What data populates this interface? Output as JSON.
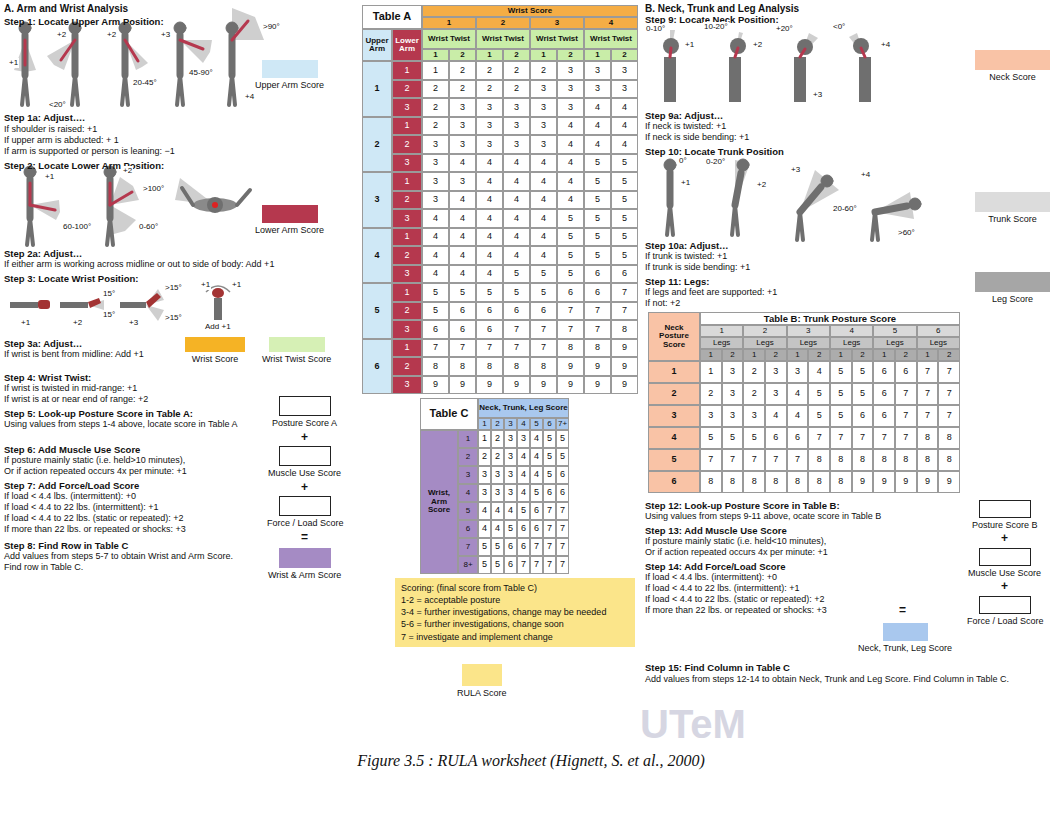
{
  "diagram": {
    "caption": "Figure 3.5 : RULA worksheet (Hignett, S. et al., 2000)",
    "nodes": [
      {
        "text": [
          "Upper Arm Score"
        ]
      },
      {
        "text": [
          "Lower Arm Score"
        ]
      },
      {
        "text": [
          "Wrist Score"
        ]
      },
      {
        "text": [
          "Wrist Twist Score"
        ]
      },
      {
        "text": [
          "Posture Score A"
        ]
      },
      {
        "text": [
          "Muscle Use Score"
        ]
      },
      {
        "text": [
          "Force / Load Score"
        ]
      },
      {
        "text": [
          "Wrist & Arm Score"
        ]
      },
      {
        "text": [
          "Scoring: (final score from Table C)",
          "1-2 = acceptable posture",
          "3-4 = further investigations, change may be needed",
          "5-6 = further investigations, change soon",
          "7 = investigate and implement change"
        ]
      },
      {
        "text": [
          "RULA Score"
        ]
      },
      {
        "text": [
          "Neck Score"
        ]
      },
      {
        "text": [
          "Trunk Score"
        ]
      },
      {
        "text": [
          "Leg Score"
        ]
      },
      {
        "text": [
          "Posture Score B"
        ]
      },
      {
        "text": [
          "Muscle Use Score"
        ]
      },
      {
        "text": [
          "Force / Load Score"
        ]
      },
      {
        "text": [
          "Neck, Trunk, Leg Score"
        ]
      }
    ],
    "labels": [
      "A. Arm and Wrist Analysis",
      "Step 1: Locate Upper Arm Position:",
      "+1",
      "+2",
      "+2",
      "+3",
      "+4",
      "<20°",
      "20-45°",
      "45-90°",
      ">90°",
      "Step 1a: Adjust….",
      "If shoulder is raised: +1",
      "If upper arm is abducted: + 1",
      "If arm is supported or person is leaning: −1",
      "Step 2: Locate Lower Arm Position:",
      "+1",
      "60-100°",
      "+2",
      ">100°",
      "0-60°",
      "Step 2a: Adjust…",
      "If either arm is working across midline or out to side of body: Add +1",
      "Step 3: Locate Wrist Position:",
      "+1",
      "+1",
      "15°",
      "15°",
      ">15°",
      ">15°",
      "+1",
      "+2",
      "+3",
      "Add +1",
      "Step 3a: Adjust…",
      "If wrist is bent from midline: Add +1",
      "Step 4: Wrist Twist:",
      "If wrist is twisted in mid-range: +1",
      "If wrist is at or near end of range: +2",
      "Step 5: Look-up Posture Score in Table A:",
      "Using values from steps 1-4 above, locate score in Table A",
      "Step 6: Add Muscle Use Score",
      "If posture mainly static (i.e. held>10 minutes),",
      "Or if action repeated occurs 4x per minute: +1",
      "Step 7: Add Force/Load Score",
      "If load < 4.4 lbs. (intermittent): +0",
      "If load < 4.4 to 22 lbs. (intermittent): +1",
      "If load < 4.4 to 22 lbs. (static or repeated): +2",
      "If more than 22 lbs. or repeated or shocks: +3",
      "Step 8: Find Row in Table C",
      "Add values from steps 5-7 to obtain Wrist and Arm Score. Find row in Table C.",
      "+",
      "+",
      "=",
      "Table A",
      "Wrist Score",
      "1",
      "2",
      "3",
      "4",
      "Upper Arm",
      "Lower Arm",
      "Wrist Twist",
      "Wrist Twist",
      "Wrist Twist",
      "Wrist Twist",
      "1",
      "2",
      "1",
      "2",
      "1",
      "2",
      "1",
      "2",
      "1",
      "1",
      "1",
      "2",
      "2",
      "2",
      "2",
      "3",
      "3",
      "3",
      "2",
      "2",
      "2",
      "2",
      "2",
      "3",
      "3",
      "3",
      "3",
      "3",
      "2",
      "3",
      "3",
      "3",
      "3",
      "3",
      "4",
      "4",
      "2",
      "1",
      "2",
      "3",
      "3",
      "3",
      "3",
      "4",
      "4",
      "4",
      "2",
      "3",
      "3",
      "3",
      "3",
      "3",
      "4",
      "4",
      "4",
      "3",
      "3",
      "4",
      "4",
      "4",
      "4",
      "4",
      "5",
      "5",
      "3",
      "1",
      "3",
      "3",
      "4",
      "4",
      "4",
      "4",
      "5",
      "5",
      "2",
      "3",
      "4",
      "4",
      "4",
      "4",
      "4",
      "5",
      "5",
      "3",
      "4",
      "4",
      "4",
      "4",
      "4",
      "5",
      "5",
      "5",
      "4",
      "1",
      "4",
      "4",
      "4",
      "4",
      "4",
      "5",
      "5",
      "5",
      "2",
      "4",
      "4",
      "4",
      "4",
      "4",
      "5",
      "5",
      "5",
      "3",
      "4",
      "4",
      "4",
      "5",
      "5",
      "5",
      "6",
      "6",
      "5",
      "1",
      "5",
      "5",
      "5",
      "5",
      "5",
      "6",
      "6",
      "7",
      "2",
      "5",
      "6",
      "6",
      "6",
      "6",
      "7",
      "7",
      "7",
      "3",
      "6",
      "6",
      "6",
      "7",
      "7",
      "7",
      "7",
      "8",
      "6",
      "1",
      "7",
      "7",
      "7",
      "7",
      "7",
      "8",
      "8",
      "9",
      "2",
      "8",
      "8",
      "8",
      "8",
      "8",
      "9",
      "9",
      "9",
      "3",
      "9",
      "9",
      "9",
      "9",
      "9",
      "9",
      "9",
      "9",
      "Table C",
      "Neck, Trunk, Leg Score",
      "1",
      "2",
      "3",
      "4",
      "5",
      "6",
      "7+",
      "Wrist, Arm Score",
      "1",
      "1",
      "2",
      "3",
      "3",
      "4",
      "5",
      "5",
      "2",
      "2",
      "2",
      "3",
      "4",
      "4",
      "5",
      "5",
      "3",
      "3",
      "3",
      "3",
      "4",
      "4",
      "5",
      "6",
      "4",
      "3",
      "3",
      "3",
      "4",
      "5",
      "6",
      "6",
      "5",
      "4",
      "4",
      "4",
      "5",
      "6",
      "7",
      "7",
      "6",
      "4",
      "4",
      "5",
      "6",
      "6",
      "7",
      "7",
      "7",
      "5",
      "5",
      "6",
      "6",
      "7",
      "7",
      "7",
      "8+",
      "5",
      "5",
      "6",
      "7",
      "7",
      "7",
      "7",
      "B. Neck, Trunk and Leg Analysis",
      "Step 9: Locate Neck Position:",
      "0-10°",
      "+1",
      "10-20°",
      "+2",
      "+20°",
      "+3",
      "<0°",
      "+4",
      "Step 9a: Adjust…",
      "If neck is twisted: +1",
      "If neck is side bending: +1",
      "Step 10: Locate Trunk Position",
      "0°",
      "+1",
      "0-20°",
      "+2",
      "+3",
      "20-60°",
      "+4",
      ">60°",
      "Step 10a: Adjust…",
      "If trunk is twisted: +1",
      "If trunk is side bending: +1",
      "Step 11: Legs:",
      "If legs and feet are supported: +1",
      "If not: +2",
      "Neck Posture Score",
      "Table B: Trunk Posture Score",
      "1",
      "2",
      "3",
      "4",
      "5",
      "6",
      "Legs",
      "Legs",
      "Legs",
      "Legs",
      "Legs",
      "Legs",
      "1",
      "2",
      "1",
      "2",
      "1",
      "2",
      "1",
      "2",
      "1",
      "2",
      "1",
      "2",
      "1",
      "1",
      "3",
      "2",
      "3",
      "3",
      "4",
      "5",
      "5",
      "6",
      "6",
      "7",
      "7",
      "2",
      "2",
      "3",
      "2",
      "3",
      "4",
      "5",
      "5",
      "5",
      "6",
      "7",
      "7",
      "7",
      "3",
      "3",
      "3",
      "3",
      "4",
      "4",
      "5",
      "5",
      "6",
      "6",
      "7",
      "7",
      "7",
      "4",
      "5",
      "5",
      "5",
      "6",
      "6",
      "7",
      "7",
      "7",
      "7",
      "7",
      "8",
      "8",
      "5",
      "7",
      "7",
      "7",
      "7",
      "7",
      "8",
      "8",
      "8",
      "8",
      "8",
      "8",
      "8",
      "6",
      "8",
      "8",
      "8",
      "8",
      "8",
      "8",
      "8",
      "9",
      "9",
      "9",
      "9",
      "9",
      "Step 12: Look-up Posture Score in Table B:",
      "Using values from steps 9-11 above, ocate score in Table B",
      "Step 13: Add Muscle Use Score",
      "If posture mainly static (i.e. held<10 minutes),",
      "Or if action repeated occurs 4x per minute: +1",
      "Step 14: Add Force/Load Score",
      "If load < 4.4 lbs. (intermittent): +0",
      "If load < 4.4 to 22 lbs. (intermittent): +1",
      "If load < 4.4 to 22 lbs. (static or repeated): +2",
      "If more than 22 lbs. or repeated or shocks: +3",
      "Step 15: Find Column in Table C",
      "Add values from steps 12-14 to obtain Neck, Trunk and Leg Score. Find Column in Table C.",
      "+",
      "+",
      "=",
      "UTeM"
    ]
  }
}
